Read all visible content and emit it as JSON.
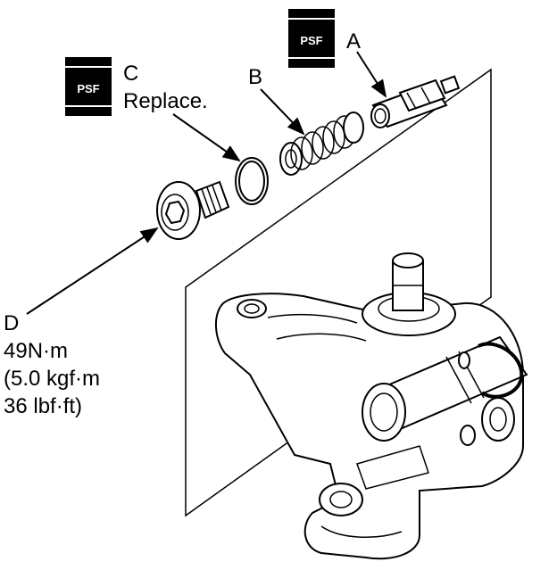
{
  "callouts": {
    "a": {
      "letter": "A",
      "badge": "PSF"
    },
    "b": {
      "letter": "B"
    },
    "c": {
      "letter": "C",
      "note": "Replace.",
      "badge": "PSF"
    },
    "d": {
      "letter": "D",
      "torque_line1": "49N·m",
      "torque_line2": "(5.0 kgf·m",
      "torque_line3": "36 lbf·ft)"
    }
  },
  "colors": {
    "ink": "#000000",
    "paper": "#ffffff",
    "badge_bg": "#000000",
    "badge_text": "#ffffff"
  },
  "icons": [
    "psf-fluid-badge-icon",
    "callout-arrow-icon"
  ]
}
